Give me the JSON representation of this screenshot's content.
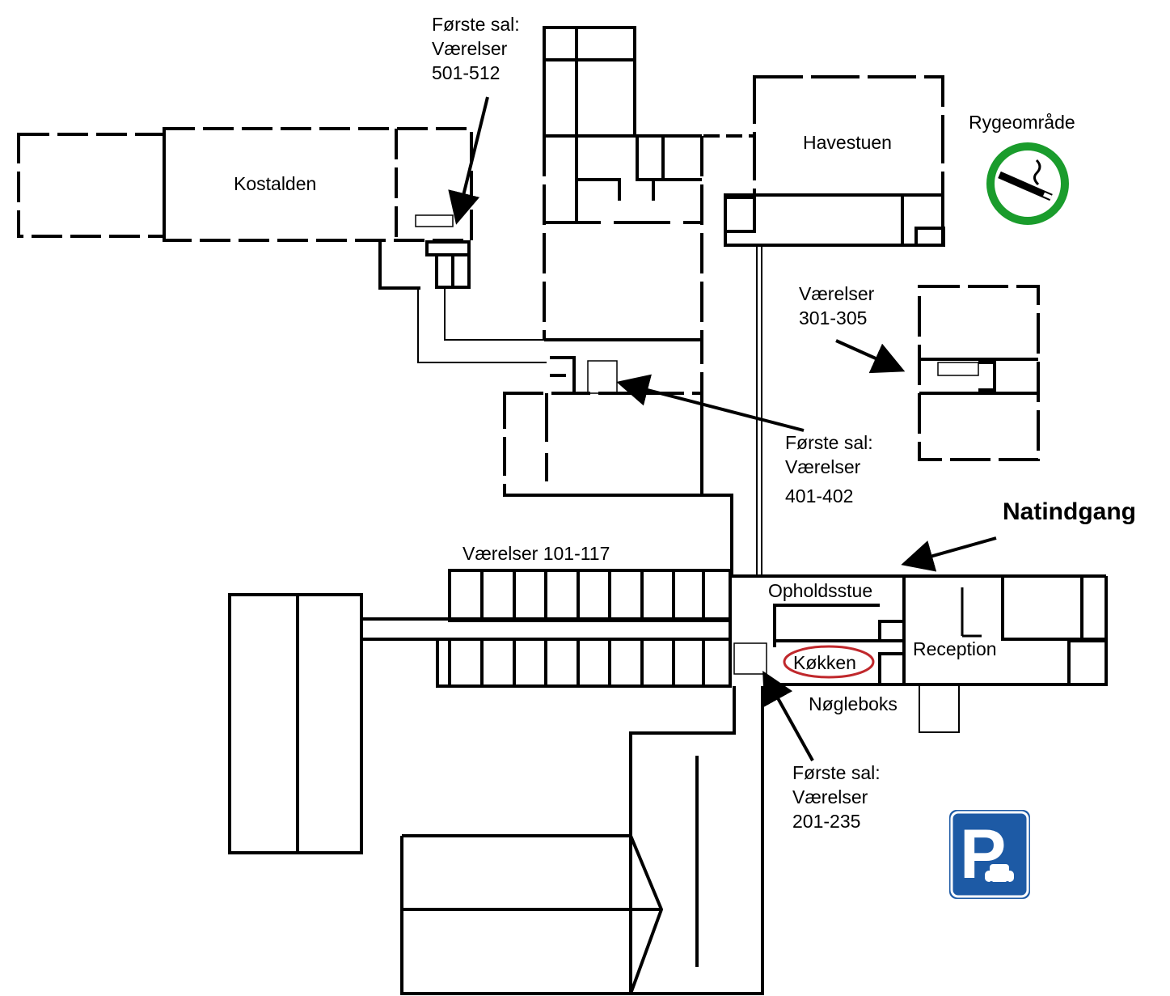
{
  "labels": {
    "first_floor_501": [
      "Første sal:",
      "Værelser",
      "501-512"
    ],
    "kostalden": "Kostalden",
    "havestuen": "Havestuen",
    "rygeomraade": "Rygeområde",
    "rooms_301": [
      "Værelser",
      "301-305"
    ],
    "first_floor_401": [
      "Første sal:",
      "Værelser",
      "401-402"
    ],
    "natindgang": "Natindgang",
    "rooms_101": "Værelser  101-117",
    "opholdsstue": "Opholdsstue",
    "reception": "Reception",
    "koekken": "Køkken",
    "noegleboks": "Nøgleboks",
    "first_floor_201": [
      "Første sal:",
      "Værelser",
      "201-235"
    ]
  },
  "icons": {
    "smoking": "smoking-area-icon",
    "parking": "parking-sign-icon"
  },
  "colors": {
    "wall": "#000000",
    "smoking_ring": "#1a9c2c",
    "kitchen_ring": "#c0282c",
    "parking_bg": "#1d5aa5"
  }
}
